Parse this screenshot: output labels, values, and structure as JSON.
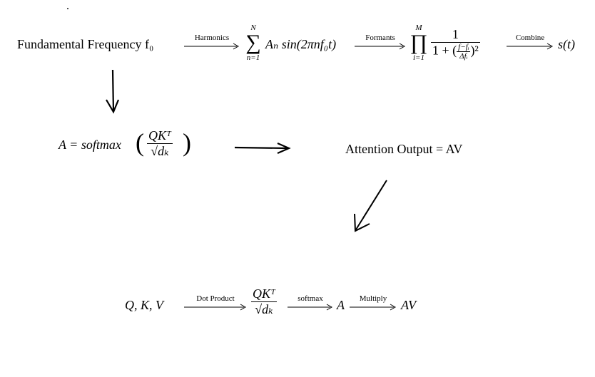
{
  "dot": ".",
  "row1": {
    "start": "Fundamental Frequency f₀",
    "arrow1_label": "Harmonics",
    "sum_upper": "N",
    "sum_symbol": "∑",
    "sum_lower": "n=1",
    "sum_body": "Aₙ sin(2πnf₀t)",
    "arrow2_label": "Formants",
    "prod_upper": "M",
    "prod_symbol": "∏",
    "prod_lower": "i=1",
    "frac_num": "1",
    "frac_den_pre": "1 + (",
    "inner_num": "f−fᵢ",
    "inner_den": "Δfᵢ",
    "frac_den_post": ")²",
    "arrow3_label": "Combine",
    "end": "s(t)"
  },
  "row2": {
    "lhs": "A = softmax",
    "qk": "QKᵀ",
    "sqrt": "√dₖ",
    "output": "Attention Output = AV"
  },
  "row3": {
    "start": "Q, K, V",
    "arrow1_label": "Dot Product",
    "qk": "QKᵀ",
    "sqrt": "√dₖ",
    "arrow2_label": "softmax",
    "mid": "A",
    "arrow3_label": "Multiply",
    "end": "AV"
  },
  "colors": {
    "ink": "#000000",
    "background": "#ffffff"
  }
}
